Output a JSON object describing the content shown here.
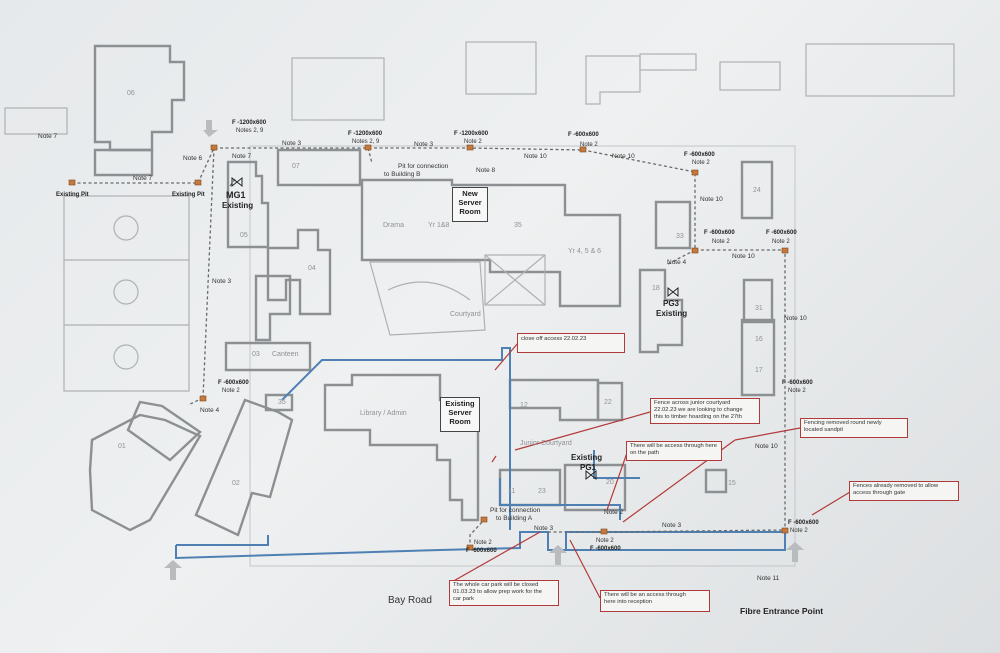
{
  "title_labels": {
    "mg1": "MG1",
    "mg1_sub": "Existing",
    "new_server": [
      "New",
      "Server",
      "Room"
    ],
    "existing_server": [
      "Existing",
      "Server",
      "Room"
    ],
    "pg1": "Existing",
    "pg1_sub": "PG1",
    "pg3": "PG3",
    "pg3_sub": "Existing",
    "fibre": "Fibre Entrance Point",
    "road": "Bay Road"
  },
  "buildings": {
    "b06": "06",
    "b07": "07",
    "b05": "05",
    "b04": "04",
    "b03": "Canteen",
    "b03num": "03",
    "b35": "35",
    "b01": "01",
    "b02": "02",
    "drama": "Drama",
    "yr1": "Yr 1&8",
    "b35b": "35",
    "yr456": "Yr 4, 5 & 6",
    "courtyard": "Courtyard",
    "library": "Library / Admin",
    "b12": "12",
    "b22": "22",
    "junior": "Junior Courtyard",
    "b11": "11",
    "b23": "23",
    "b20": "20",
    "b24": "24",
    "b33": "33",
    "b18": "18",
    "b31": "31",
    "b16": "16",
    "b17": "17",
    "b15": "15"
  },
  "pits": [
    {
      "label": "Existing Pit"
    },
    {
      "label": "Existing Pit"
    }
  ],
  "fibre_labels": {
    "f1": "F -1200x600",
    "f1n": "Notes 2, 9",
    "f2": "F -1200x600",
    "f2n": "Notes 2, 9",
    "f3": "F -1200x600",
    "f3n": "Note 2",
    "f4": "F -600x600",
    "f4n": "Note 2",
    "f5": "F -600x600",
    "f5n": "Note 2",
    "f6": "F -600x600",
    "f6n": "Note 2",
    "f7": "F -600x600",
    "f7n": "Note 2",
    "f8": "F -600x600",
    "f8n": "Note 2",
    "f9": "F -600x600",
    "f9n": "Note 2",
    "f10": "F -600x600",
    "f10n": "Note 2",
    "f11": "F -600x600",
    "f11n": "Note 2",
    "f12": "F -600x600",
    "f12n": "Note 2"
  },
  "notes": {
    "n7a": "Note 7",
    "n7b": "Note 7",
    "n7c": "Note 7",
    "n6": "Note 6",
    "n3a": "Note 3",
    "n3b": "Note 3",
    "n3c": "Note 3",
    "n3d": "Note 3",
    "n3e": "Note 3",
    "n8": "Note 8",
    "n10a": "Note 10",
    "n10b": "Note 10",
    "n10c": "Note 10",
    "n10d": "Note 10",
    "n10e": "Note 10",
    "n10f": "Note 10",
    "n4a": "Note 4",
    "n4b": "Note 4",
    "n11": "Note 11",
    "n2a": "Note 2",
    "pit_b": "Pit for connection",
    "pit_b2": "to Building B",
    "pit_a": "Pit for connection",
    "pit_a2": "to Building A"
  },
  "callouts": [
    {
      "lines": [
        "close off access 22.02.23"
      ]
    },
    {
      "lines": [
        "Fence across junior courtyard",
        "22.02.23 we are looking to change",
        "this to timber hoarding on the 27th"
      ]
    },
    {
      "lines": [
        "There will be access through here",
        "on the path"
      ]
    },
    {
      "lines": [
        "Fencing removed round newly",
        "located sandpit"
      ]
    },
    {
      "lines": [
        "Fences already removed to allow",
        "access through gate"
      ]
    },
    {
      "lines": [
        "The whole car park will be closed",
        "01.03.23 to allow prep work for the",
        "car park"
      ]
    },
    {
      "lines": [
        "There will be an access through",
        "here into reception"
      ]
    }
  ],
  "colors": {
    "building": "#8d9093",
    "blue_fence": "#4f80b3",
    "callout_border": "#b03a3a",
    "pit": "#c8783a"
  }
}
